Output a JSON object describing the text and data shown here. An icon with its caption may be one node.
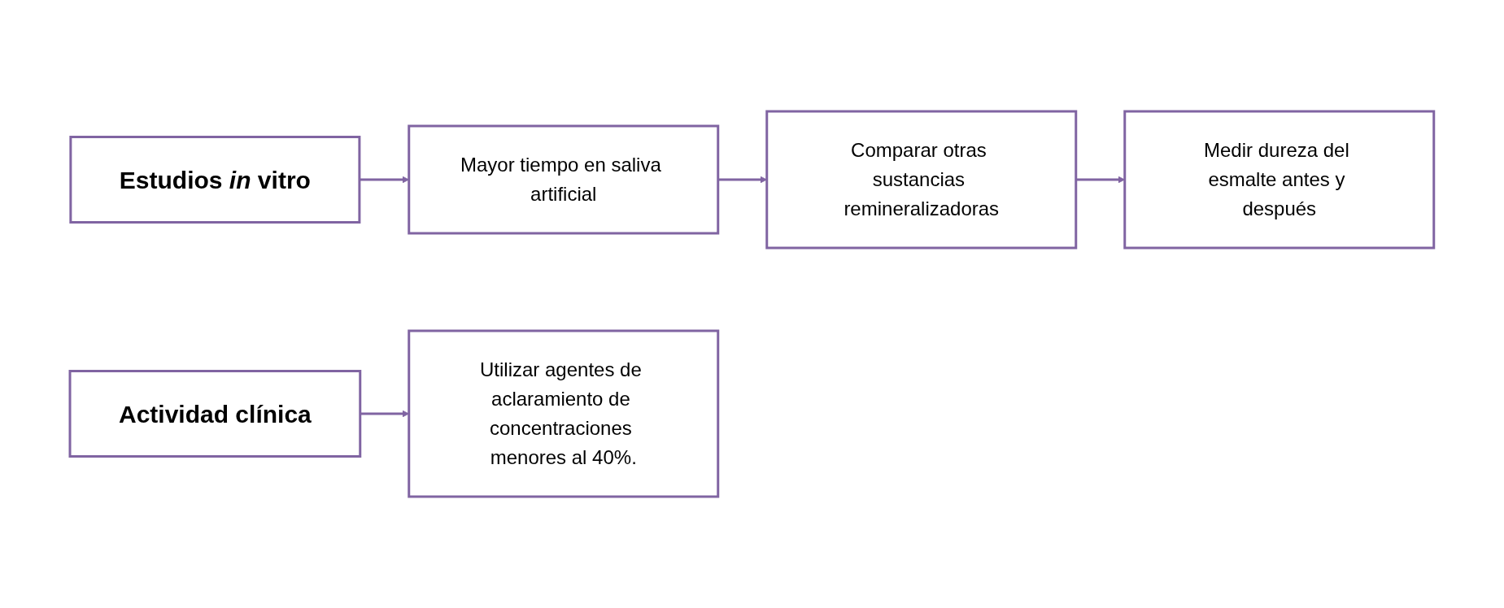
{
  "diagram": {
    "nodes": [
      {
        "text": [
          "Estudios *in* vitro"
        ]
      },
      {
        "text": [
          "Mayor tiempo en saliva artificial"
        ]
      },
      {
        "text": [
          "Comparar otras sustancias remineralizadoras"
        ]
      },
      {
        "text": [
          "Medir dureza del esmalte antes y después"
        ]
      },
      {
        "text": [
          "Actividad clínica"
        ]
      },
      {
        "text": [
          "Utilizar agentes de aclaramiento de concentraciones menores al 40%."
        ]
      }
    ],
    "edges": [
      {
        "from": 0,
        "to": 1,
        "arrow": "to"
      },
      {
        "from": 1,
        "to": 2,
        "arrow": "to"
      },
      {
        "from": 2,
        "to": 3,
        "arrow": "to"
      },
      {
        "from": 4,
        "to": 5,
        "arrow": "to"
      }
    ]
  }
}
